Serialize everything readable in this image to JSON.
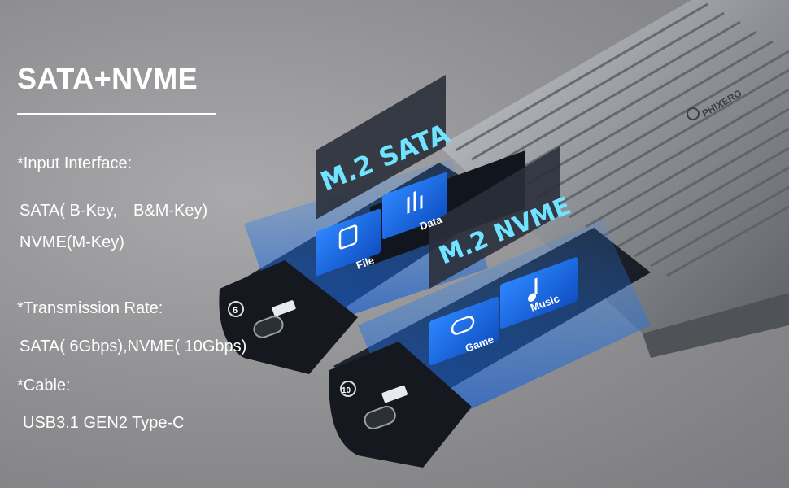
{
  "headline": "SATA+NVME",
  "input_interface": {
    "heading": "*Input Interface:",
    "line1": "SATA( B-Key,　B&M-Key)",
    "line2": "NVME(M-Key)"
  },
  "transmission": {
    "heading": "*Transmission Rate:",
    "line1": "SATA( 6Gbps),NVME( 10Gbps)"
  },
  "cable": {
    "heading": "*Cable:",
    "line1": "USB3.1 GEN2 Type-C"
  },
  "product": {
    "brand": "PHIXERO",
    "sata_label": "M.2 SATA",
    "nvme_label": "M.2 NVME",
    "sata_speed_badge": "6",
    "nvme_speed_badge": "10",
    "chips": {
      "file": "File",
      "data": "Data",
      "game": "Game",
      "music": "Music"
    }
  },
  "colors": {
    "accent_blue": "#1f6fd6",
    "label_cyan": "#6fe3ff",
    "panel_dark": "#1a1d24"
  }
}
